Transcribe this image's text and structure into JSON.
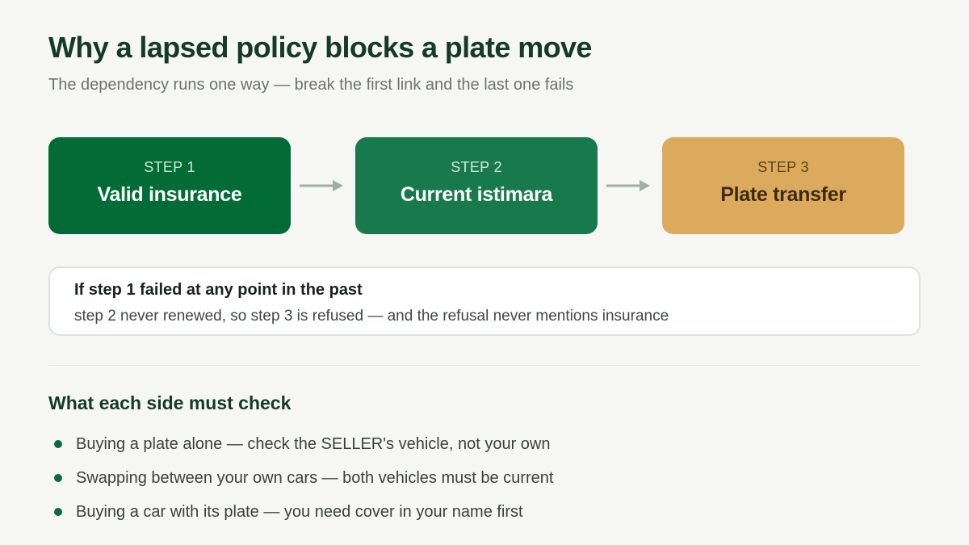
{
  "header": {
    "title": "Why a lapsed policy blocks a plate move",
    "subtitle": "The dependency runs one way — break the first link and the last one fails"
  },
  "steps": [
    {
      "label": "STEP 1",
      "name": "Valid insurance",
      "color": "#026b36"
    },
    {
      "label": "STEP 2",
      "name": "Current istimara",
      "color": "#187a4c"
    },
    {
      "label": "STEP 3",
      "name": "Plate transfer",
      "color": "#dcaa5c"
    }
  ],
  "callout": {
    "title": "If step 1 failed at any point in the past",
    "body": "step 2 never renewed, so step 3 is refused — and the refusal never mentions insurance"
  },
  "checks": {
    "heading": "What each side must check",
    "items": [
      "Buying a plate alone — check the SELLER's vehicle, not your own",
      "Swapping between your own cars — both vehicles must be current",
      "Buying a car with its plate — you need cover in your name first"
    ]
  },
  "colors": {
    "heading": "#133a2b",
    "arrow": "#9fafa7",
    "bullet": "#0b6b3a"
  }
}
